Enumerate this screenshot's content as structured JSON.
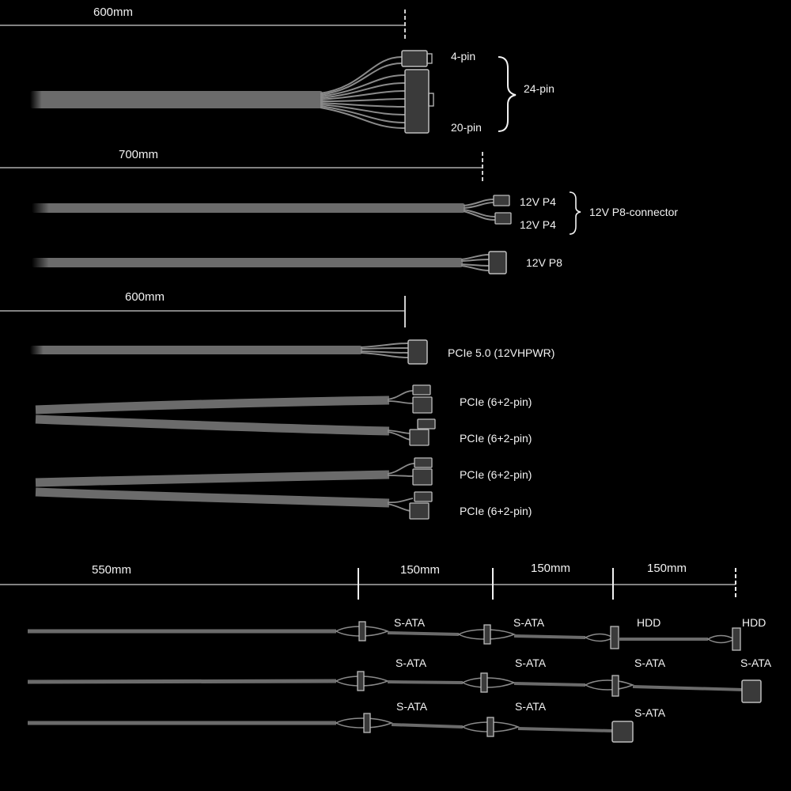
{
  "colors": {
    "background": "#000000",
    "cable": "#6b6b6b",
    "cable_light": "#8a8a8a",
    "connector": "#bdbdbd",
    "dimension_line": "#cfcfcf",
    "text": "#f2f2f2"
  },
  "groups": {
    "atx": {
      "length": "600mm",
      "connector_4pin": "4-pin",
      "connector_20pin": "20-pin",
      "connector_total": "24-pin"
    },
    "cpu": {
      "length": "700mm",
      "split_a": "12V P4",
      "split_b": "12V P4",
      "split_total": "12V P8-connector",
      "single": "12V P8"
    },
    "pcie": {
      "length": "600mm",
      "hpwr": "PCIe 5.0 (12VHPWR)",
      "connectors": [
        "PCIe (6+2-pin)",
        "PCIe (6+2-pin)",
        "PCIe (6+2-pin)",
        "PCIe (6+2-pin)"
      ]
    },
    "peripheral": {
      "segments": [
        "550mm",
        "150mm",
        "150mm",
        "150mm"
      ],
      "row1": [
        "S-ATA",
        "S-ATA",
        "HDD",
        "HDD"
      ],
      "row2": [
        "S-ATA",
        "S-ATA",
        "S-ATA",
        "S-ATA"
      ],
      "row3": [
        "S-ATA",
        "S-ATA",
        "S-ATA"
      ]
    }
  }
}
